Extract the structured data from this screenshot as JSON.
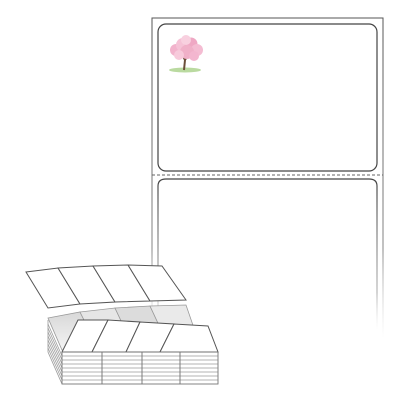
{
  "scene": {
    "subject": "fanfold-labels-product",
    "labels_per_sheet": 2,
    "fanfold_stack_columns": 4
  },
  "colors": {
    "background": "#ffffff",
    "sheet_border": "#555555",
    "label_border": "#444444",
    "stack_fill": "#eeeeee",
    "tree_blossom": "#f3b6cf",
    "tree_trunk": "#6b4f3a",
    "ground": "#8fbf6b"
  },
  "icons": {
    "blossom": "cherry-blossom-tree-icon"
  }
}
